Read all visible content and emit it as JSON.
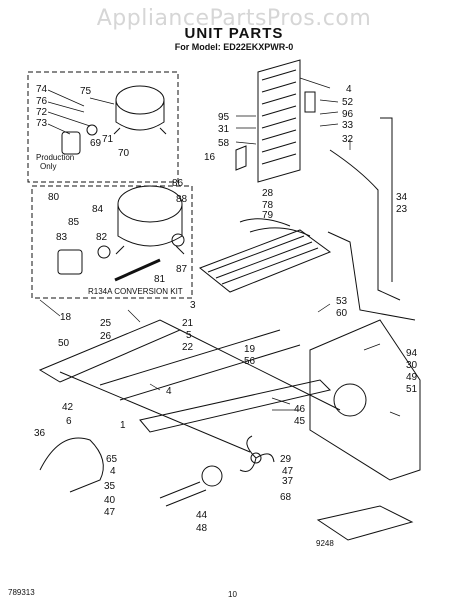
{
  "watermark": "AppliancePartsPros.com",
  "title": "UNIT PARTS",
  "model_line": "For Model: ED22EKXPWR-0",
  "production_note_line1": "Production",
  "production_note_line2": "Only",
  "kit_label": "R134A CONVERSION KIT",
  "footer_left": "789313",
  "footer_page": "10",
  "diagram_code": "9248",
  "labels": {
    "l74": "74",
    "l75": "75",
    "l76": "76",
    "l72": "72",
    "l73": "73",
    "l69": "69",
    "l71": "71",
    "l70": "70",
    "l80": "80",
    "l85": "85",
    "l84": "84",
    "l82": "82",
    "l83": "83",
    "l86": "86",
    "l88": "88",
    "l87": "87",
    "l81": "81",
    "l95": "95",
    "l31": "31",
    "l58": "58",
    "l16": "16",
    "l4a": "4",
    "l52": "52",
    "l96": "96",
    "l33": "33",
    "l32": "32",
    "l28": "28",
    "l78": "78",
    "l79": "79",
    "l34": "34",
    "l23": "23",
    "l18": "18",
    "l25": "25",
    "l26": "26",
    "l3": "3",
    "l21": "21",
    "l5": "5",
    "l22": "22",
    "l19": "19",
    "l56": "56",
    "l53": "53",
    "l60": "60",
    "l50": "50",
    "l42": "42",
    "l6": "6",
    "l4b": "4",
    "l46": "46",
    "l45": "45",
    "l94": "94",
    "l30": "30",
    "l49": "49",
    "l51": "51",
    "l1": "1",
    "l36": "36",
    "l65": "65",
    "l4c": "4",
    "l35": "35",
    "l40": "40",
    "l47a": "47",
    "l44": "44",
    "l48": "48",
    "l29": "29",
    "l37": "37",
    "l47b": "47",
    "l68": "68"
  }
}
